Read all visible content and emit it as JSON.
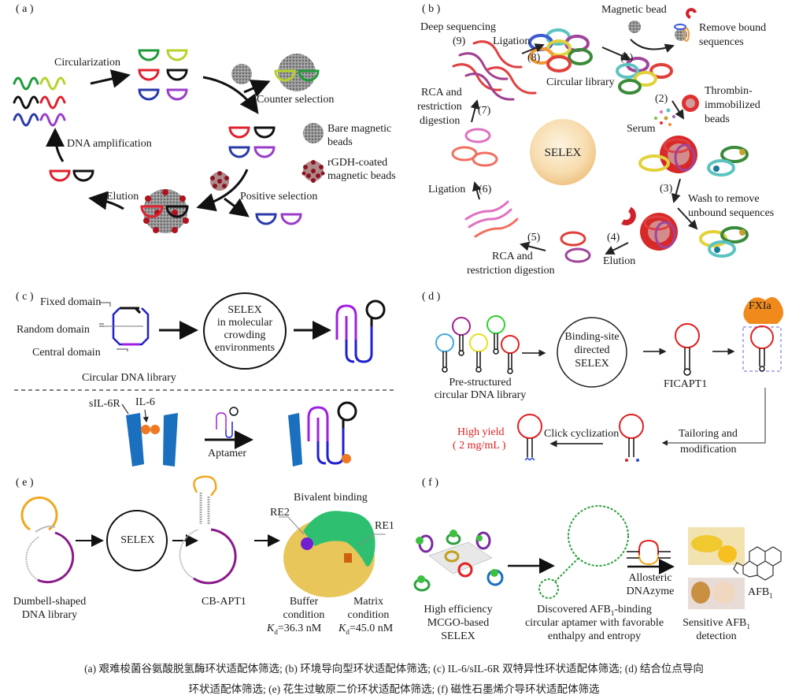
{
  "panels": {
    "a": {
      "tag": "( a )",
      "circularization": "Circularization",
      "counter_selection": "Counter selection",
      "dna_amplification": "DNA amplification",
      "elution": "Elution",
      "positive_selection": "Positive selection",
      "legend": [
        {
          "icon": "bare-bead",
          "line1": "Bare magnetic",
          "line2": "beads"
        },
        {
          "icon": "rgdh-bead",
          "line1": "rGDH-coated",
          "line2": "magnetic beads"
        }
      ],
      "strand_colors": [
        "#1e9a3a",
        "#b6d22c",
        "#111111",
        "#e0202e",
        "#2a3aa8",
        "#9a3cc8"
      ]
    },
    "b": {
      "tag": "( b )",
      "deep_sequencing": "Deep sequencing",
      "step9": "(9)",
      "ligation_top": "Ligation",
      "step8": "(8)",
      "circular_library": "Circular library",
      "step1": "(1)",
      "magnetic_bead": "Magnetic bead",
      "remove_bound_1": "Remove bound",
      "remove_bound_2": "sequences",
      "step2": "(2)",
      "thrombin_1": "Thrombin-",
      "thrombin_2": "immobilized",
      "thrombin_3": "beads",
      "serum": "Serum",
      "rca_1": "RCA and",
      "rca_2": "restriction",
      "rca_3": "digestion",
      "step7": "(7)",
      "selex": "SELEX",
      "ligation_left": "Ligation",
      "step6": "(6)",
      "step3": "(3)",
      "wash_1": "Wash to remove",
      "wash_2": "unbound sequences",
      "step4": "(4)",
      "elution": "Elution",
      "step5": "(5)",
      "rca_bottom_1": "RCA and",
      "rca_bottom_2": "restriction digestion"
    },
    "c": {
      "tag": "( c )",
      "fixed_domain": "Fixed domain",
      "random_domain": "Random domain",
      "central_domain": "Central domain",
      "circular_library": "Circular DNA library",
      "selex_1": "SELEX",
      "selex_2": "in molecular",
      "selex_3": "crowding",
      "selex_4": "environments",
      "sil6r": "sIL-6R",
      "il6": "IL-6",
      "aptamer": "Aptamer"
    },
    "d": {
      "tag": "( d )",
      "library_1": "Pre-structured",
      "library_2": "circular DNA library",
      "selex_1": "Binding-site",
      "selex_2": "directed",
      "selex_3": "SELEX",
      "ficapt1": "FICAPT1",
      "fxia": "FXIa",
      "tailoring_1": "Tailoring and",
      "tailoring_2": "modification",
      "click": "Click cyclization",
      "high_yield_1": "High yield",
      "high_yield_2": "( 2 mg/mL )"
    },
    "e": {
      "tag": "( e )",
      "library_1": "Dumbell-shaped",
      "library_2": "DNA library",
      "selex": "SELEX",
      "cbapt1": "CB-APT1",
      "bivalent": "Bivalent binding",
      "re2": "RE2",
      "re1": "RE1",
      "buffer_1": "Buffer",
      "buffer_2": "condition",
      "buffer_kd": "=36.3 nM",
      "matrix_1": "Matrix",
      "matrix_2": "condition",
      "matrix_kd": "=45.0 nM",
      "kd_symbol": "K",
      "kd_sub": "d"
    },
    "f": {
      "tag": "( f )",
      "selex_1": "High efficiency",
      "selex_2": "MCGO-based",
      "selex_3": "SELEX",
      "disc_1a": "Discovered AFB",
      "disc_1b": "-binding",
      "disc_2": "circular aptamer with favorable",
      "disc_3": "enthalpy and entropy",
      "allosteric_1": "Allosteric",
      "allosteric_2": "DNAzyme",
      "sensitive_a": "Sensitive AFB",
      "sensitive_2": "detection",
      "afb": "AFB",
      "sub1": "1"
    }
  },
  "caption": {
    "line1": "(a) 艰难梭菌谷氨酸脱氢酶环状适配体筛选; (b) 环境导向型环状适配体筛选; (c) IL-6/sIL-6R 双特异性环状适配体筛选; (d) 结合位点导向",
    "line2": "环状适配体筛选; (e) 花生过敏原二价环状适配体筛选; (f) 磁性石墨烯介导环状适配体筛选"
  }
}
